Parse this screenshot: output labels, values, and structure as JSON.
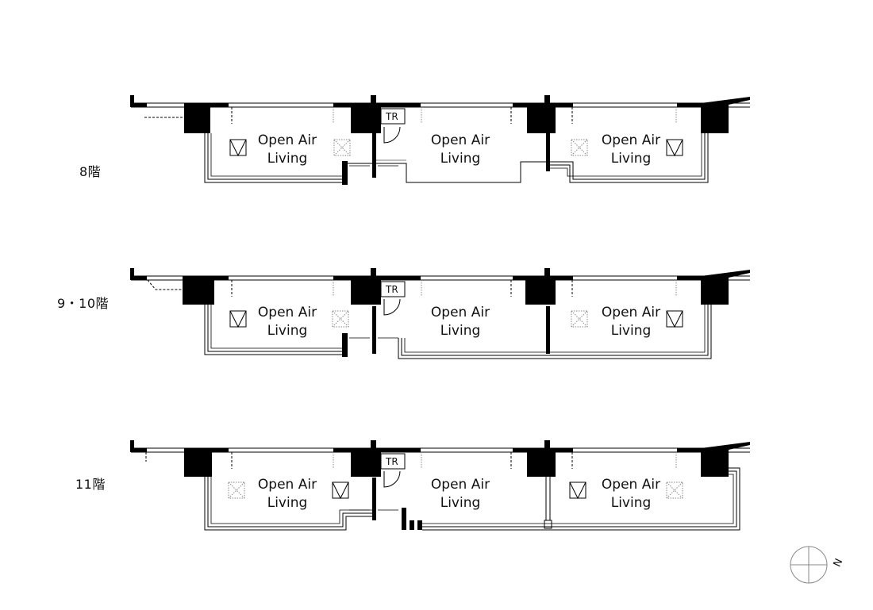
{
  "floors": [
    {
      "label": "8階",
      "rooms": [
        "Open Air Living",
        "Open Air Living",
        "Open Air Living"
      ],
      "tr": "TR"
    },
    {
      "label": "9・10階",
      "rooms": [
        "Open Air Living",
        "Open Air Living",
        "Open Air Living"
      ],
      "tr": "TR"
    },
    {
      "label": "11階",
      "rooms": [
        "Open Air Living",
        "Open Air Living",
        "Open Air Living"
      ],
      "tr": "TR"
    }
  ],
  "room_label": {
    "line1": "Open Air",
    "line2": "Living"
  },
  "compass": {
    "north": "N"
  },
  "icons": [
    "compass-icon",
    "skylight-icon",
    "door-swing-icon"
  ]
}
